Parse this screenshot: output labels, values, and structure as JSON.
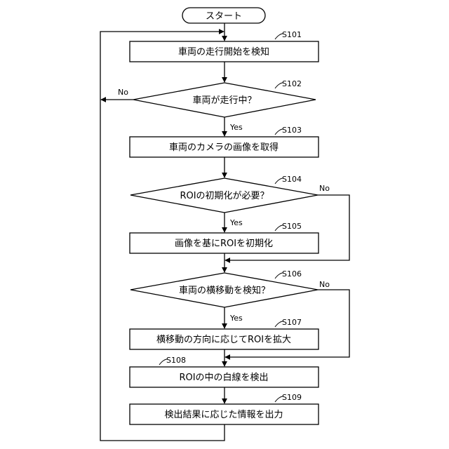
{
  "flowchart": {
    "start": "スタート",
    "steps": [
      {
        "id": "S101",
        "text": "車両の走行開始を検知",
        "shape": "process"
      },
      {
        "id": "S102",
        "text": "車両が走行中？",
        "shape": "decision"
      },
      {
        "id": "S103",
        "text": "車両のカメラの画像を取得",
        "shape": "process"
      },
      {
        "id": "S104",
        "text": "ROIの初期化が必要？",
        "shape": "decision"
      },
      {
        "id": "S105",
        "text": "画像を基にROIを初期化",
        "shape": "process"
      },
      {
        "id": "S106",
        "text": "車両の横移動を検知？",
        "shape": "decision"
      },
      {
        "id": "S107",
        "text": "横移動の方向に応じてROIを拡大",
        "shape": "process"
      },
      {
        "id": "S108",
        "text": "ROIの中の白線を検出",
        "shape": "process"
      },
      {
        "id": "S109",
        "text": "検出結果に応じた情報を出力",
        "shape": "process"
      }
    ],
    "branch_labels": {
      "s102_yes": "Yes",
      "s102_no": "No",
      "s104_yes": "Yes",
      "s104_no": "No",
      "s106_yes": "Yes",
      "s106_no": "No"
    }
  }
}
